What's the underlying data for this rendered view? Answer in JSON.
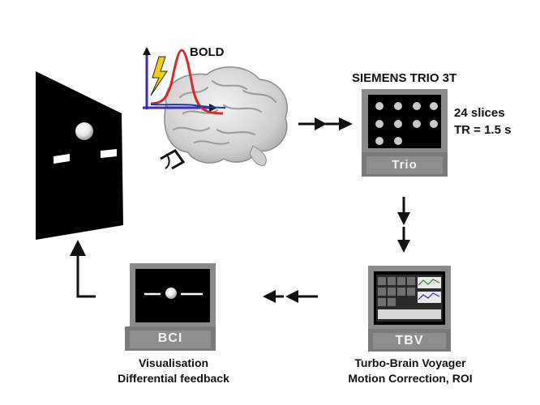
{
  "labels": {
    "bold": "BOLD",
    "scanner_title": "SIEMENS TRIO 3T",
    "slices": "24 slices",
    "tr": "TR = 1.5 s",
    "trio": "Trio",
    "tbv": "TBV",
    "bci": "BCI",
    "tbv_caption_1": "Turbo-Brain Voyager",
    "tbv_caption_2": "Motion Correction, ROI",
    "bci_caption_1": "Visualisation",
    "bci_caption_2": "Differential feedback"
  },
  "colors": {
    "bold_curve": "#d92a2a",
    "baseline_curve": "#1f3aa6",
    "axis": "#3a2bb8",
    "lightning": "#f5d000",
    "monitor_frame": "#8a8a8a",
    "monitor_base": "#7a7a7a",
    "screen": "#000000",
    "arrow": "#111111"
  },
  "icons": [
    "eye-icon",
    "lightning-icon",
    "brain-icon",
    "monitor-icon",
    "arrow-icon"
  ]
}
